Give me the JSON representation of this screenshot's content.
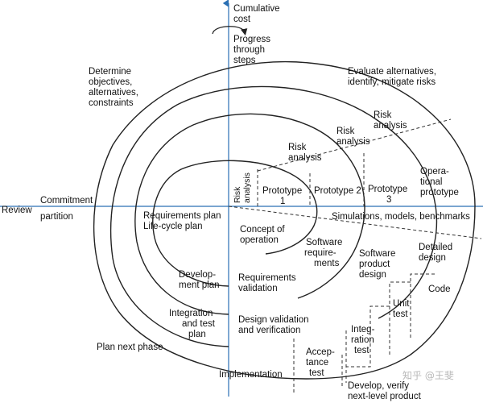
{
  "colors": {
    "axis": "#2a6fb3",
    "spiral": "#222222",
    "text": "#111111",
    "watermark": "#b8b8b8"
  },
  "axes": {
    "vertical_top": [
      "Cumulative",
      "cost"
    ],
    "progress": [
      "Progress",
      "through",
      "steps"
    ],
    "review": "Review",
    "commitment": [
      "Commitment",
      "partition"
    ]
  },
  "quadrants": {
    "determine": [
      "Determine",
      "objectives,",
      "alternatives,",
      "constraints"
    ],
    "evaluate": [
      "Evaluate alternatives,",
      "identify, mitigate risks"
    ],
    "plan_next": "Plan next phase",
    "develop": [
      "Develop, verify",
      "next-level product"
    ]
  },
  "risk": {
    "risk_inner": [
      "Risk",
      "analysis"
    ],
    "risk_1": [
      "Risk",
      "analysis"
    ],
    "risk_2": [
      "Risk",
      "analysis"
    ],
    "risk_3": [
      "Risk",
      "analysis"
    ]
  },
  "prototypes": {
    "p1": [
      "Prototype",
      "1"
    ],
    "p2": "Prototype 2",
    "p3": [
      "Prototype",
      "3"
    ],
    "operational": [
      "Opera-",
      "tional",
      "prototype"
    ]
  },
  "simulations": "Simulations, models, benchmarks",
  "left_side": {
    "req_plan": [
      "Requirements plan",
      "Life-cycle plan"
    ],
    "dev_plan": [
      "Develop-",
      "ment plan"
    ],
    "integration_plan": [
      "Integration",
      "and test",
      "plan"
    ]
  },
  "center": {
    "concept": [
      "Concept of",
      "operation"
    ],
    "req_validation": [
      "Requirements",
      "validation"
    ],
    "design_validation": [
      "Design validation",
      "and verification"
    ]
  },
  "right_side": {
    "software_req": [
      "Software",
      "require-",
      "ments"
    ],
    "software_design": [
      "Software",
      "product",
      "design"
    ],
    "detailed_design": [
      "Detailed",
      "design"
    ],
    "code": "Code",
    "unit_test": [
      "Unit",
      "test"
    ],
    "integration_test": [
      "Integ-",
      "ration",
      "test"
    ],
    "acceptance_test": [
      "Accep-",
      "tance",
      "test"
    ],
    "implementation": "Implementation"
  },
  "watermark": "知乎 @王斐"
}
